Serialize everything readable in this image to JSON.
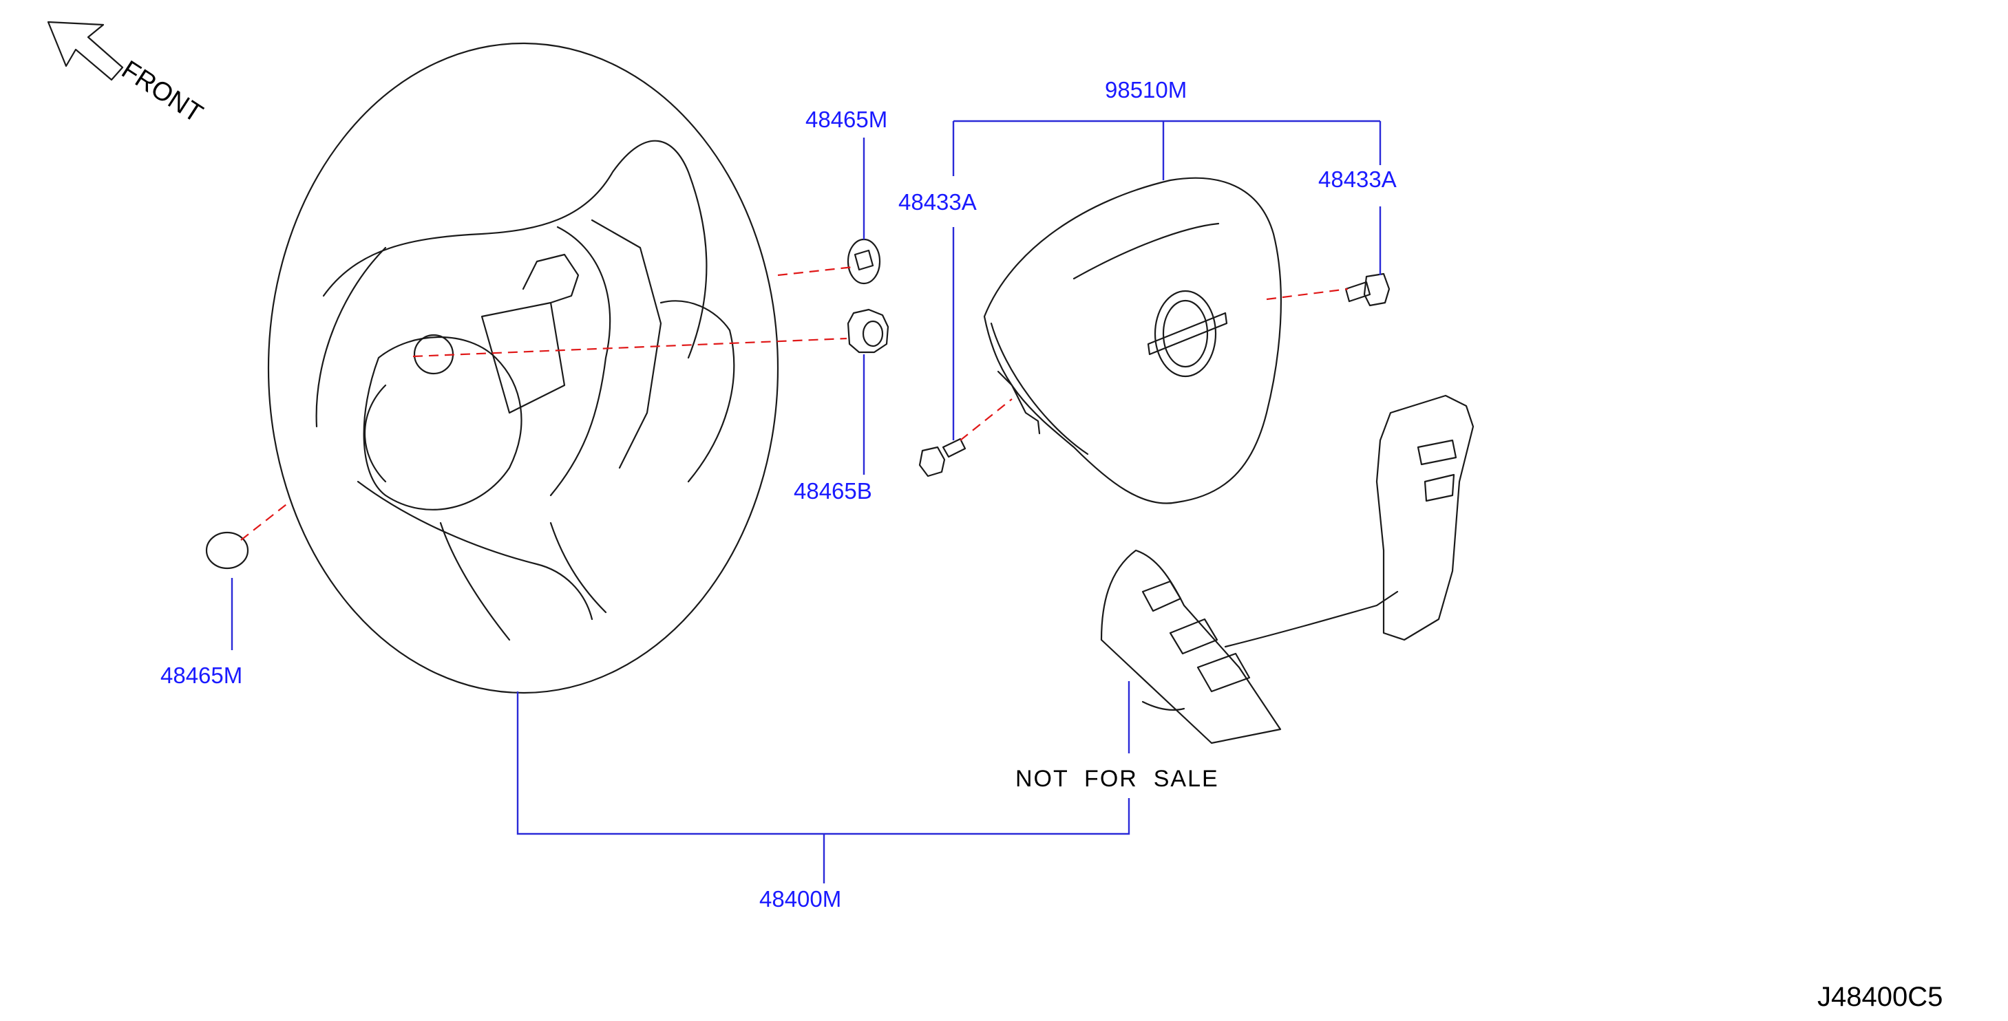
{
  "diagram": {
    "front_label": "FRONT",
    "drawing_id": "J48400C5",
    "note": "NOT  FOR  SALE",
    "colors": {
      "label": "#1a1aff",
      "leader": "#2a2ad8",
      "centerline": "#e01818",
      "outline": "#1a1a1a"
    },
    "labels": {
      "airbag_module": "98510M",
      "cap_upper": "48465M",
      "bolt_left": "48433A",
      "bolt_right": "48433A",
      "clip": "48465B",
      "cap_left": "48465M",
      "steering_wheel": "48400M"
    }
  }
}
